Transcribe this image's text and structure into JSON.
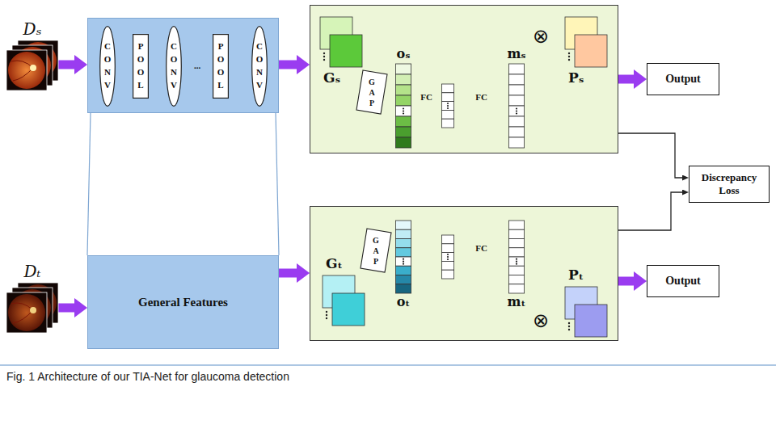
{
  "diagram": {
    "caption": "Fig. 1 Architecture of our TIA-Net for glaucoma detection",
    "nodes": [
      {
        "text": [
          "Dₛ"
        ]
      },
      {
        "text": []
      },
      {
        "text": [
          "CONV"
        ],
        "in": 1
      },
      {
        "text": [
          "POOL"
        ],
        "in": 1
      },
      {
        "text": [
          "CONV"
        ],
        "in": 1
      },
      {
        "text": [
          "POOL"
        ],
        "in": 1
      },
      {
        "text": [
          "CONV"
        ],
        "in": 1
      },
      {
        "text": []
      },
      {
        "text": [
          "Gₛ"
        ],
        "in": 7
      },
      {
        "text": [
          "GAP"
        ],
        "in": 7
      },
      {
        "text": [
          "oₛ"
        ],
        "in": 7
      },
      {
        "text": [],
        "in": 7
      },
      {
        "text": [
          "mₛ"
        ],
        "in": 7
      },
      {
        "text": [
          "⊗"
        ],
        "in": 7
      },
      {
        "text": [
          "Pₛ"
        ],
        "in": 7
      },
      {
        "text": [
          "Output"
        ]
      },
      {
        "text": [
          "Discrepancy Loss"
        ]
      },
      {
        "text": [
          "Dₜ"
        ]
      },
      {
        "text": [
          "General Features"
        ]
      },
      {
        "text": []
      },
      {
        "text": [
          "Gₜ"
        ],
        "in": 19
      },
      {
        "text": [
          "GAP"
        ],
        "in": 19
      },
      {
        "text": [
          "oₜ"
        ],
        "in": 19
      },
      {
        "text": [],
        "in": 19
      },
      {
        "text": [
          "mₜ"
        ],
        "in": 19
      },
      {
        "text": [
          "⊗"
        ],
        "in": 19
      },
      {
        "text": [
          "Pₜ"
        ],
        "in": 19
      },
      {
        "text": [
          "Output"
        ]
      }
    ],
    "edges": [
      {
        "from": 0,
        "to": 1,
        "arrow": "to"
      },
      {
        "from": 1,
        "to": 7,
        "arrow": "to"
      },
      {
        "from": 7,
        "to": 15,
        "arrow": "to"
      },
      {
        "from": 2,
        "to": 3,
        "arrow": "to"
      },
      {
        "from": 3,
        "to": 4,
        "arrow": "to"
      },
      {
        "from": 4,
        "to": 5,
        "arrow": "to",
        "label": "..."
      },
      {
        "from": 5,
        "to": 6,
        "arrow": "to"
      },
      {
        "from": 8,
        "to": 13,
        "arrow": "none"
      },
      {
        "from": 10,
        "to": 11,
        "arrow": "to",
        "label": "FC"
      },
      {
        "from": 11,
        "to": 12,
        "arrow": "to",
        "label": "FC"
      },
      {
        "from": 12,
        "to": 13,
        "arrow": "none"
      },
      {
        "from": 13,
        "to": 14,
        "arrow": "to"
      },
      {
        "from": 12,
        "to": 16,
        "arrow": "to"
      },
      {
        "from": 17,
        "to": 18,
        "arrow": "to"
      },
      {
        "from": 18,
        "to": 19,
        "arrow": "to"
      },
      {
        "from": 19,
        "to": 27,
        "arrow": "to"
      },
      {
        "from": 20,
        "to": 25,
        "arrow": "none"
      },
      {
        "from": 22,
        "to": 23,
        "arrow": "to"
      },
      {
        "from": 23,
        "to": 24,
        "arrow": "to",
        "label": "FC"
      },
      {
        "from": 24,
        "to": 25,
        "arrow": "none"
      },
      {
        "from": 25,
        "to": 26,
        "arrow": "to"
      },
      {
        "from": 24,
        "to": 16,
        "arrow": "to"
      }
    ]
  }
}
